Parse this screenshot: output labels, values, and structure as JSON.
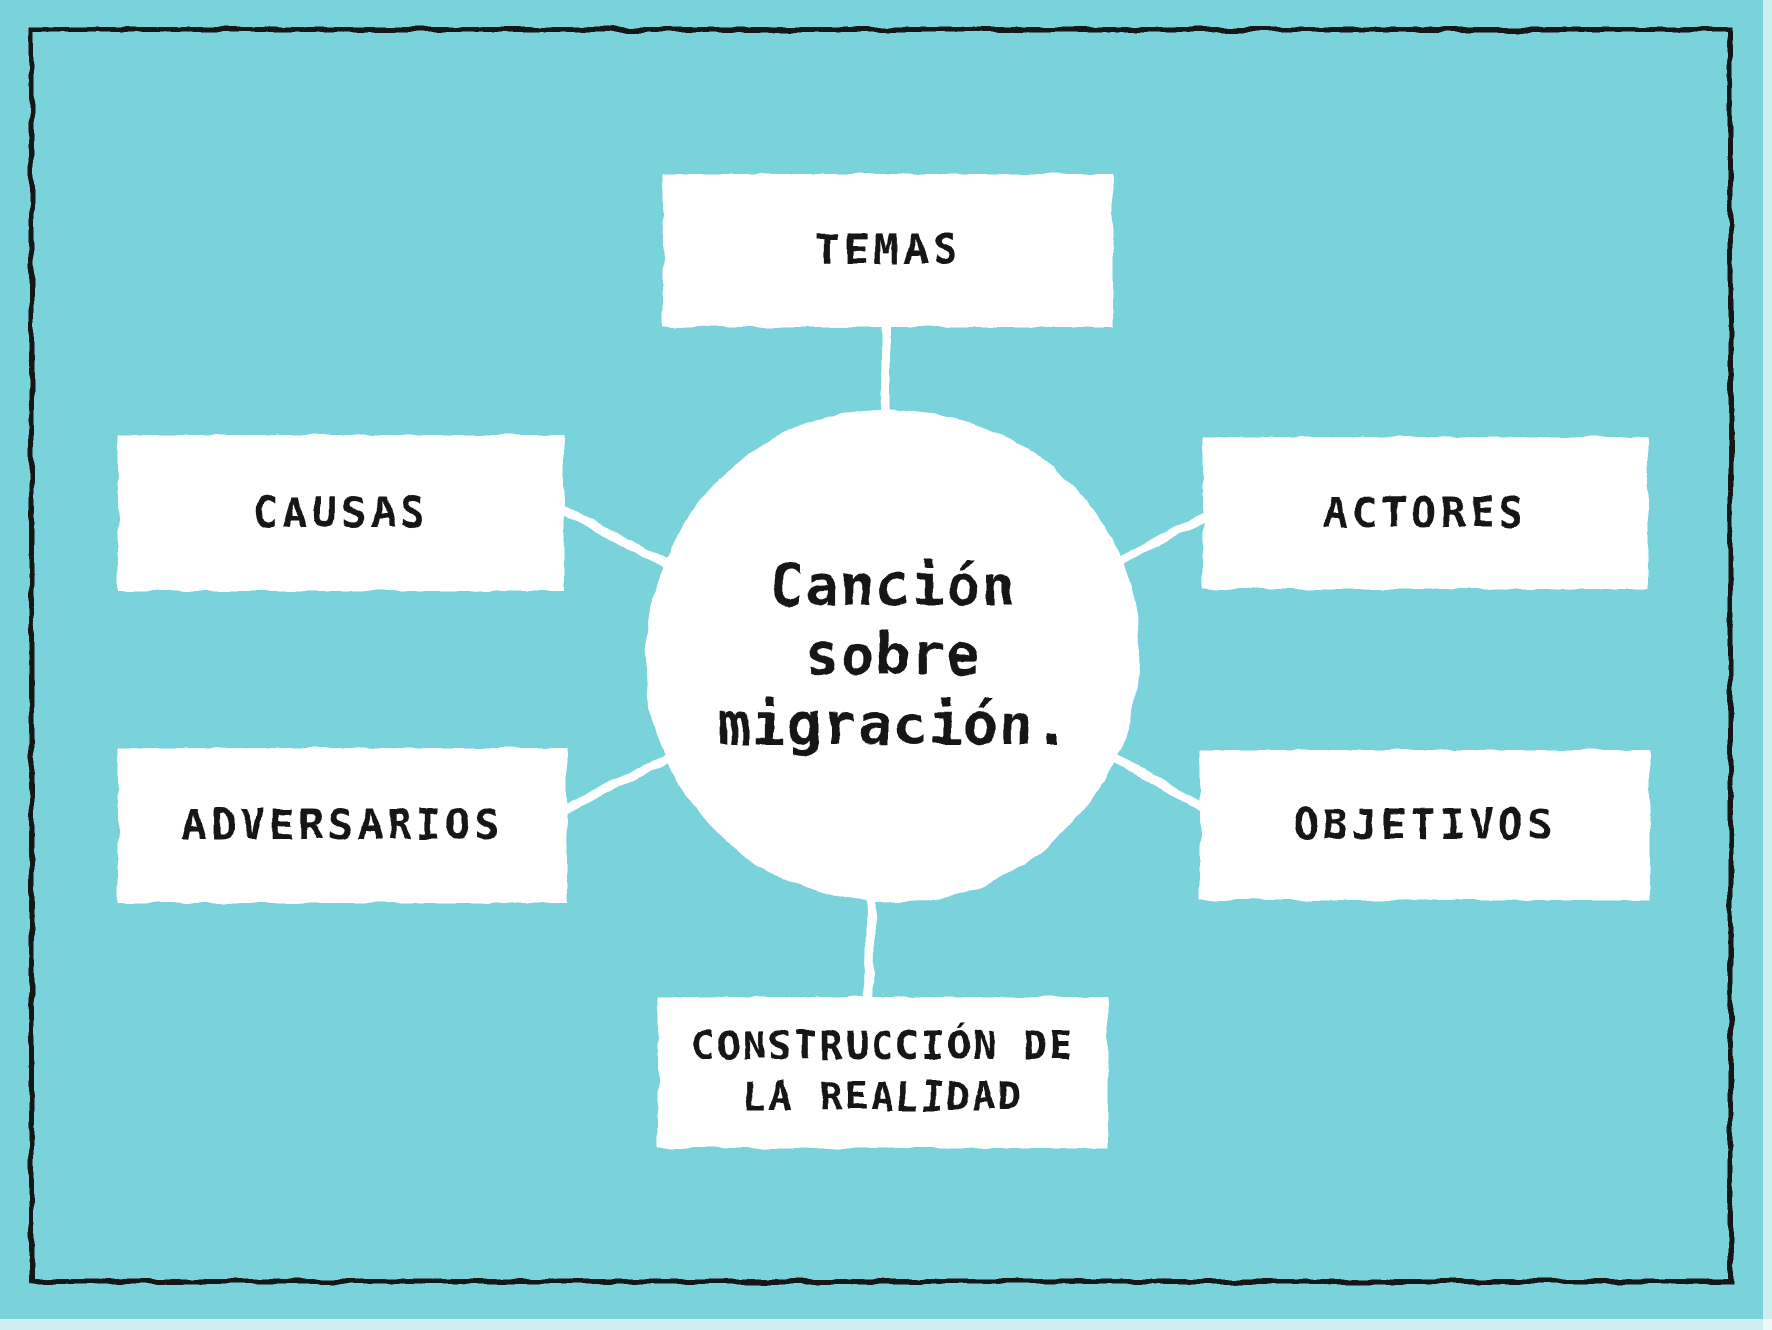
{
  "diagram": {
    "center_label": "Canción\nsobre\nmigración.",
    "nodes": [
      {
        "id": "temas",
        "label": "TEMAS"
      },
      {
        "id": "causas",
        "label": "CAUSAS"
      },
      {
        "id": "actores",
        "label": "ACTORES"
      },
      {
        "id": "adversarios",
        "label": "ADVERSARIOS"
      },
      {
        "id": "objetivos",
        "label": "OBJETIVOS"
      },
      {
        "id": "construccion",
        "label": "CONSTRUCCIÓN DE\nLA REALIDAD"
      }
    ],
    "colors": {
      "background": "#7ad3db",
      "node_fill": "#ffffff",
      "text": "#161616",
      "frame": "#141414",
      "connector": "#ffffff"
    }
  }
}
